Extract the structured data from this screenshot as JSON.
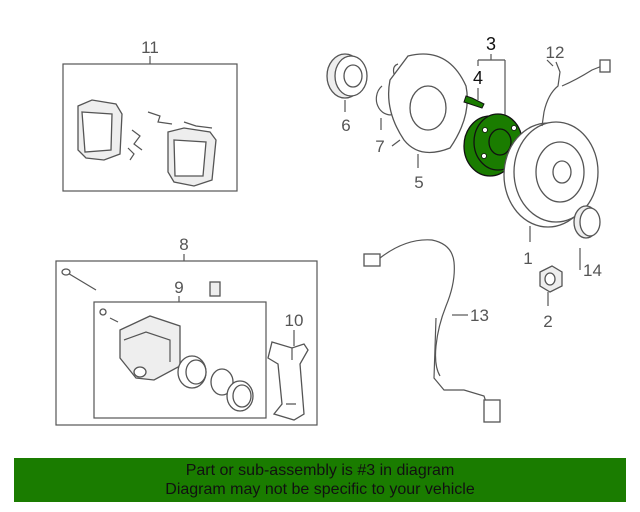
{
  "callouts": {
    "n1": "1",
    "n2": "2",
    "n3": "3",
    "n4": "4",
    "n5": "5",
    "n6": "6",
    "n7": "7",
    "n8": "8",
    "n9": "9",
    "n10": "10",
    "n11": "11",
    "n12": "12",
    "n13": "13",
    "n14": "14"
  },
  "colors": {
    "highlight": "#1a7c00",
    "line": "#555555",
    "banner_bg": "#1a7c00"
  },
  "banner": {
    "line1": "Part or sub-assembly is #3 in diagram",
    "line2": "Diagram may not be specific to your vehicle"
  }
}
